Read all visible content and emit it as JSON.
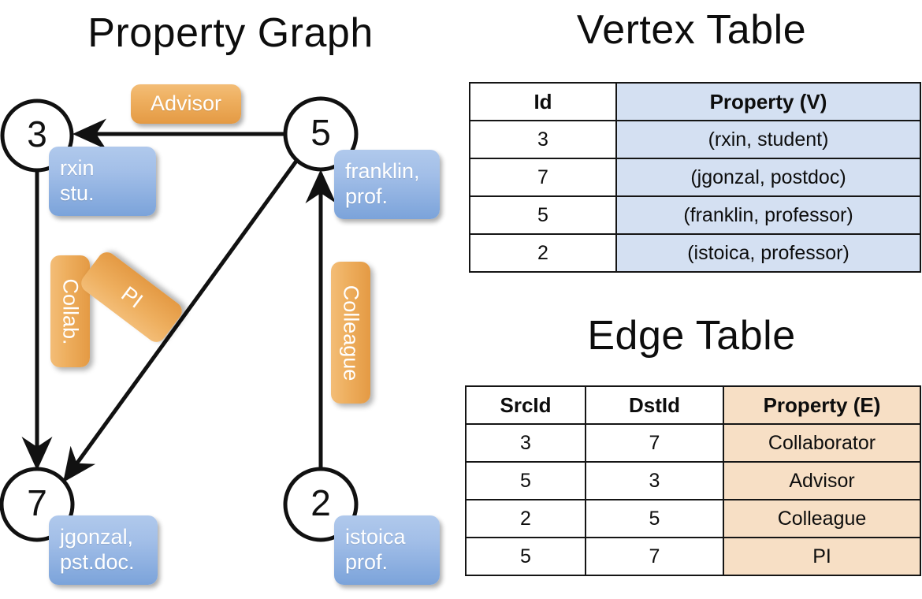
{
  "titles": {
    "graph": "Property Graph",
    "vertex": "Vertex Table",
    "edge": "Edge Table"
  },
  "graph": {
    "nodes": [
      {
        "id": "3",
        "property_line1": "rxin",
        "property_line2": "stu."
      },
      {
        "id": "5",
        "property_line1": "franklin,",
        "property_line2": "prof."
      },
      {
        "id": "7",
        "property_line1": "jgonzal,",
        "property_line2": "pst.doc."
      },
      {
        "id": "2",
        "property_line1": "istoica",
        "property_line2": "prof."
      }
    ],
    "edge_labels": {
      "advisor": "Advisor",
      "collab": "Collab.",
      "pi": "PI",
      "colleague": "Colleague"
    }
  },
  "vertex_table": {
    "headers": [
      "Id",
      "Property (V)"
    ],
    "rows": [
      {
        "id": "3",
        "property": "(rxin, student)"
      },
      {
        "id": "7",
        "property": "(jgonzal, postdoc)"
      },
      {
        "id": "5",
        "property": "(franklin, professor)"
      },
      {
        "id": "2",
        "property": "(istoica, professor)"
      }
    ]
  },
  "edge_table": {
    "headers": [
      "SrcId",
      "DstId",
      "Property (E)"
    ],
    "rows": [
      {
        "src": "3",
        "dst": "7",
        "property": "Collaborator"
      },
      {
        "src": "5",
        "dst": "3",
        "property": "Advisor"
      },
      {
        "src": "2",
        "dst": "5",
        "property": "Colleague"
      },
      {
        "src": "5",
        "dst": "7",
        "property": "PI"
      }
    ]
  },
  "colors": {
    "vertex_property_fill": "#d4e0f2",
    "edge_property_fill": "#f7dfc5",
    "node_box_blue": "#8fb2e0",
    "edge_box_orange": "#eeaf5f",
    "stroke": "#151515"
  }
}
